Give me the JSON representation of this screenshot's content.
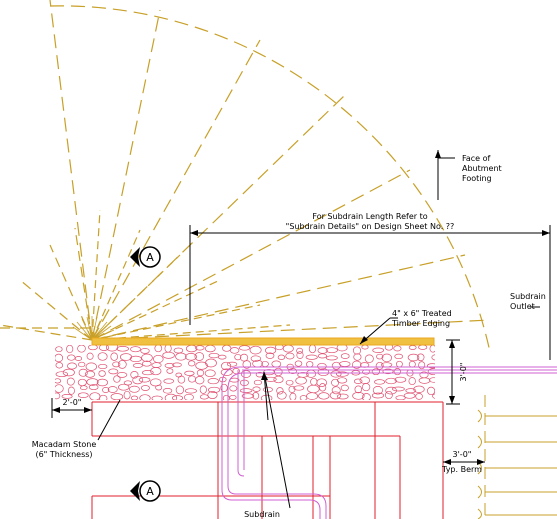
{
  "drawing": {
    "labels": {
      "face_of_footing": [
        "Face of",
        "Abutment",
        "Footing"
      ],
      "subdrain_length_note": [
        "For Subdrain Length Refer to",
        "\"Subdrain Details\" on Design Sheet No. ??"
      ],
      "subdrain_outlet": [
        "Subdrain",
        "Outlet"
      ],
      "timber_edging": [
        "4\" x 6\" Treated",
        "Timber Edging"
      ],
      "dim_3ft_vertical": "3'-0\"",
      "dim_2ft": "2'-0\"",
      "macadam_stone": [
        "Macadam Stone",
        "(6\" Thickness)"
      ],
      "dim_3ft_berm": "3'-0\"",
      "typ_berm": "Typ. Berm",
      "subdrain": "Subdrain"
    },
    "section_markers": [
      {
        "id": "section-marker-upper",
        "letter": "A"
      },
      {
        "id": "section-marker-lower",
        "letter": "A"
      }
    ],
    "colors": {
      "slope_lines": "#c8a028",
      "stone_hatch": "#e05070",
      "structure_lines": "#e0202c",
      "subdrain_pipe": "#d060d0",
      "timber_edging": "#e8a820",
      "annotation": "#000000"
    }
  }
}
